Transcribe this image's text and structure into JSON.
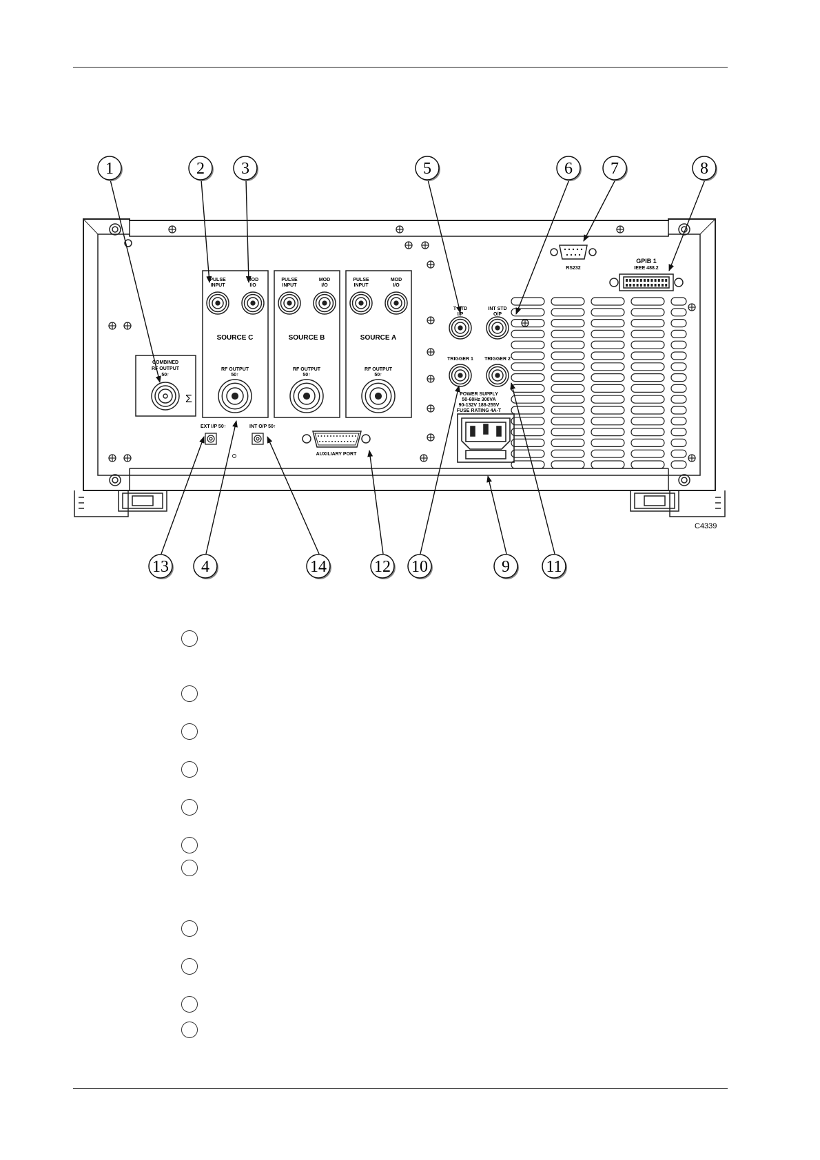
{
  "figure": {
    "code": "C4339",
    "callouts": [
      "1",
      "2",
      "3",
      "4",
      "5",
      "6",
      "7",
      "8",
      "9",
      "10",
      "11",
      "12",
      "13",
      "14"
    ]
  },
  "panel": {
    "combined": {
      "line1": "COMBINED",
      "line2": "RF OUTPUT",
      "line3": "50↑",
      "sigma": "Σ"
    },
    "sources": [
      {
        "name": "SOURCE C",
        "pulse1": "PULSE",
        "pulse2": "INPUT",
        "mod1": "MOD",
        "mod2": "I/O",
        "rf1": "RF OUTPUT",
        "rf2": "50↑"
      },
      {
        "name": "SOURCE B",
        "pulse1": "PULSE",
        "pulse2": "INPUT",
        "mod1": "MOD",
        "mod2": "I/O",
        "rf1": "RF OUTPUT",
        "rf2": "50↑"
      },
      {
        "name": "SOURCE A",
        "pulse1": "PULSE",
        "pulse2": "INPUT",
        "mod1": "MOD",
        "mod2": "I/O",
        "rf1": "RF OUTPUT",
        "rf2": "50↑"
      }
    ],
    "ext_ip": "EXT I/P 50↑",
    "int_op": "INT O/P 50↑",
    "aux_port": "AUXILIARY PORT",
    "t_std_1": "T STD",
    "t_std_2": "I/P",
    "int_std_1": "INT STD",
    "int_std_2": "O/P",
    "trigger1": "TRIGGER 1",
    "trigger2": "TRIGGER 2",
    "power": {
      "line1": "POWER SUPPLY",
      "line2": "50-60Hz      300VA",
      "line3": "90-132V  188-255V",
      "line4": "FUSE RATING 4A-T"
    },
    "rs232": "RS232",
    "gpib1": "GPIB 1",
    "gpib2": "IEEE 488.2"
  }
}
